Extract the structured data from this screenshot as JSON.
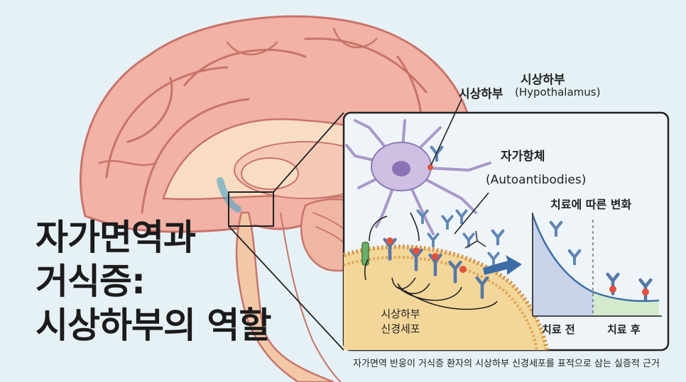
{
  "title": {
    "line1": "자가면역과",
    "line2": "거식증:",
    "line3": "시상하부의 역할"
  },
  "labels": {
    "hypothalamus_left": "시상하부",
    "hypothalamus_ko": "시상하부",
    "hypothalamus_en": "(Hypothalamus)",
    "autoantibody_ko": "자가항체",
    "autoantibody_en": "(Autoantibodies)",
    "treatment_change": "치료에 따른 변화",
    "neuron_line1": "시상하부",
    "neuron_line2": "신경세포",
    "before_treatment": "치료 전",
    "after_treatment": "치료 후"
  },
  "caption": "자가면역 반응이 거식증 환자의 시상하부 신경세포를 표적으로 삼는 실증적 근거",
  "colors": {
    "background": "#e6f1f6",
    "brain_pink": "#f2b2a6",
    "brain_dark": "#c8746a",
    "antibody_blue": "#5f86b3",
    "neuron_purple": "#cfc0e3",
    "membrane": "#f3d79a",
    "receptor": "#5677a6",
    "antigen_red": "#e0513f",
    "arrow_blue": "#3d6da4",
    "chart_before": "#c9d3ea",
    "chart_after": "#d3ebcc"
  }
}
